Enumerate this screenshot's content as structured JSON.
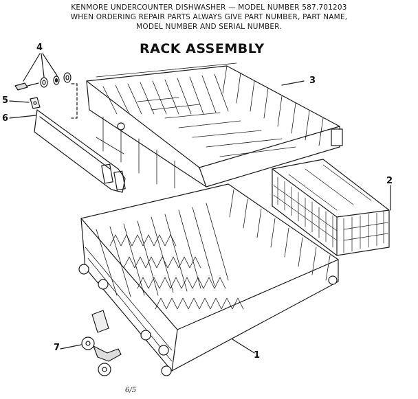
{
  "header": {
    "line1": "KENMORE UNDERCOUNTER DISHWASHER — MODEL NUMBER 587.701203",
    "line2": "WHEN ORDERING REPAIR PARTS ALWAYS GIVE PART NUMBER, PART NAME,",
    "line3": "MODEL NUMBER AND SERIAL NUMBER."
  },
  "title": "RACK ASSEMBLY",
  "callouts": {
    "c1": "1",
    "c2": "2",
    "c3": "3",
    "c4": "4",
    "c5": "5",
    "c6": "6",
    "c7": "7"
  },
  "footer": "6/5"
}
